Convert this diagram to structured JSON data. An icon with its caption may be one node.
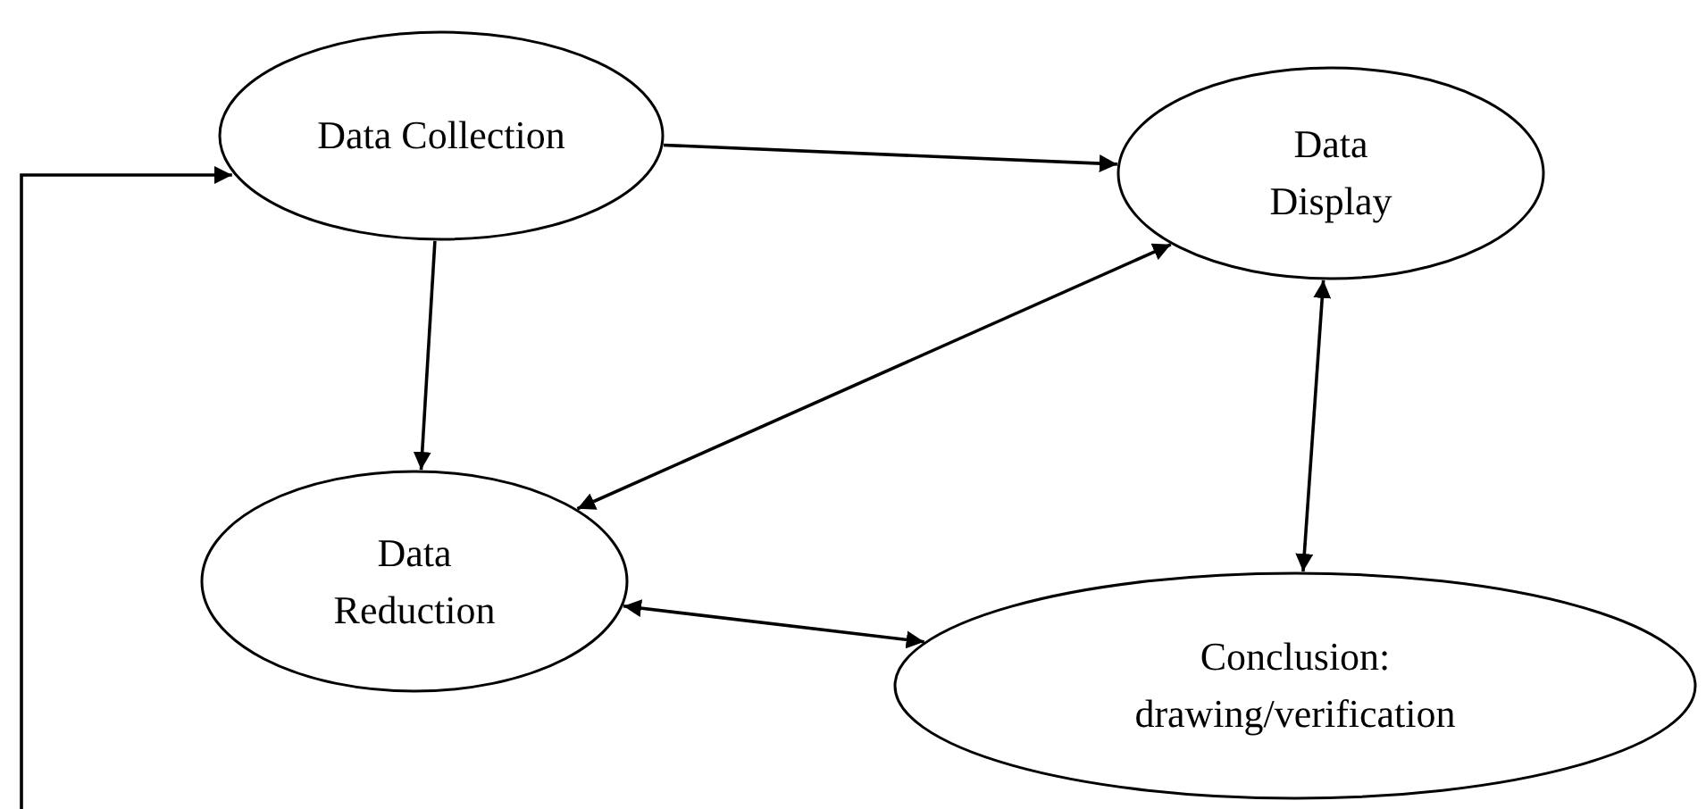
{
  "diagram": {
    "nodes": [
      {
        "text": [
          "Data Collection"
        ]
      },
      {
        "text": [
          "Data Display"
        ]
      },
      {
        "text": [
          "Data Reduction"
        ]
      },
      {
        "text": [
          "Conclusion: drawing/verification"
        ]
      }
    ],
    "edges": [
      {
        "from": null,
        "to": 0,
        "arrow": "to"
      },
      {
        "from": 0,
        "to": 1,
        "arrow": "to"
      },
      {
        "from": 0,
        "to": 2,
        "arrow": "to"
      },
      {
        "from": 1,
        "to": 2,
        "arrow": "both"
      },
      {
        "from": 1,
        "to": 3,
        "arrow": "both"
      },
      {
        "from": 2,
        "to": 3,
        "arrow": "both"
      }
    ]
  }
}
